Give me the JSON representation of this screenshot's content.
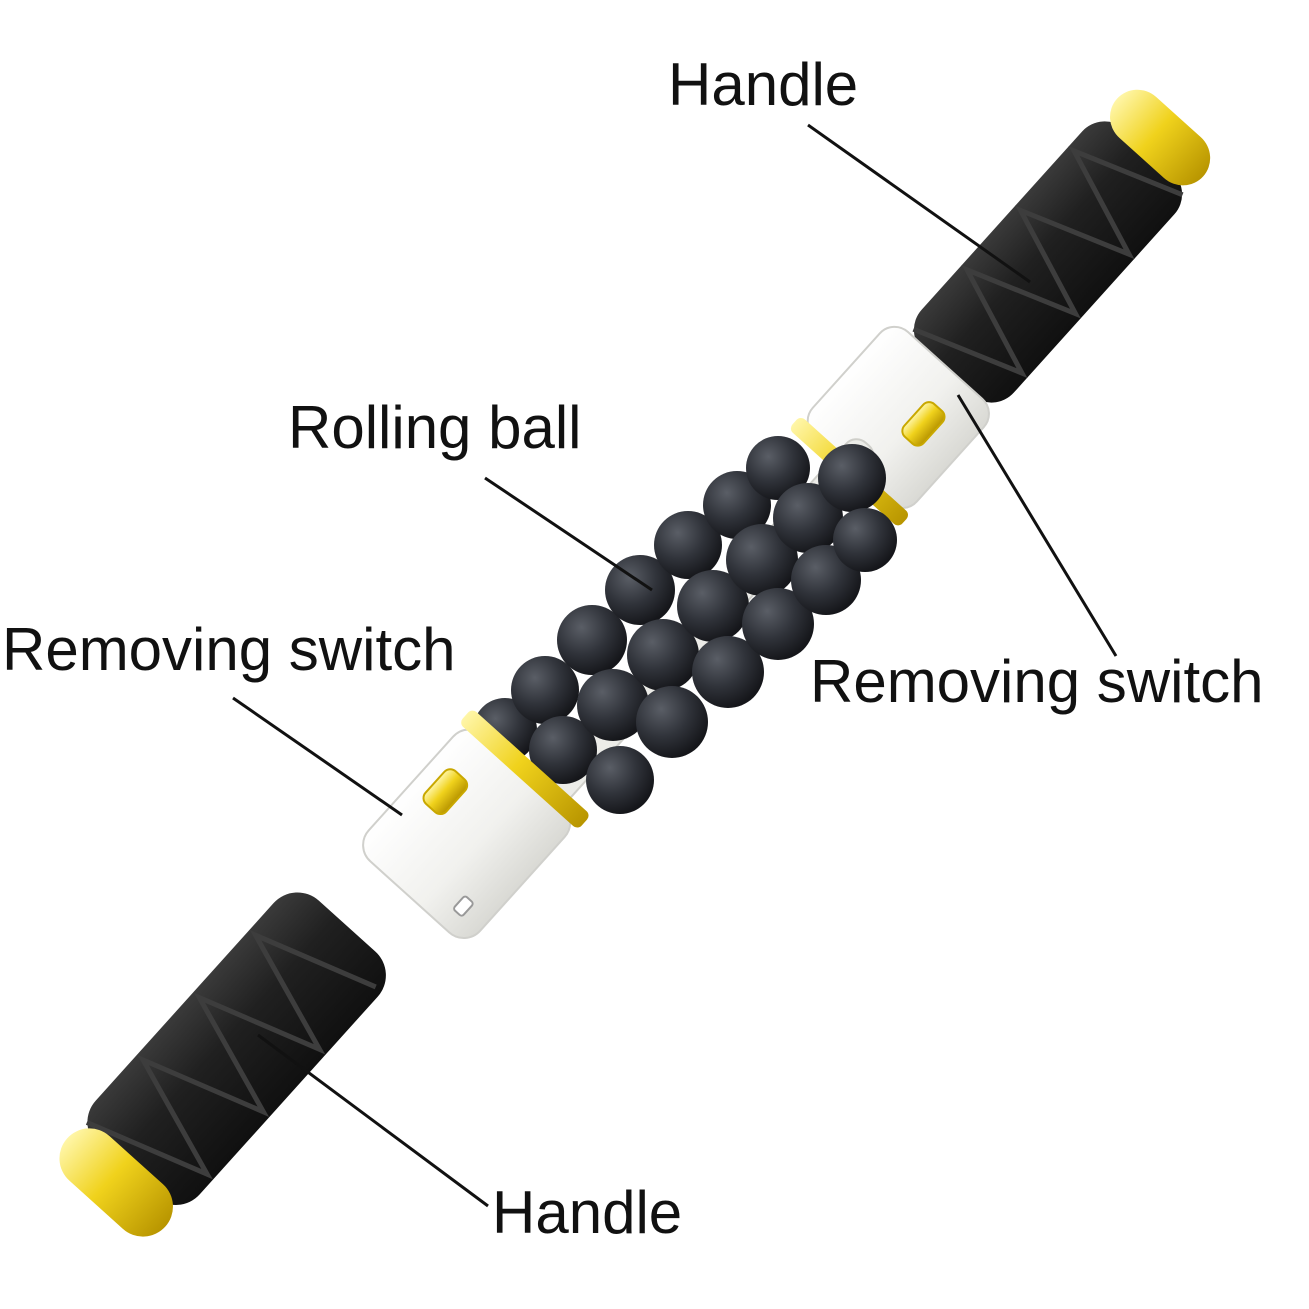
{
  "labels": {
    "handle_top": "Handle",
    "rolling_ball": "Rolling ball",
    "removing_switch_left": "Removing switch",
    "removing_switch_right": "Removing switch",
    "handle_bottom": "Handle"
  },
  "colors": {
    "grip": "#1e1e1e",
    "grip_pattern": "#3a3a3a",
    "ball": "#2f3238",
    "body": "#f3f3f1",
    "gold": "#e8c81a",
    "leader_line": "#111111"
  }
}
